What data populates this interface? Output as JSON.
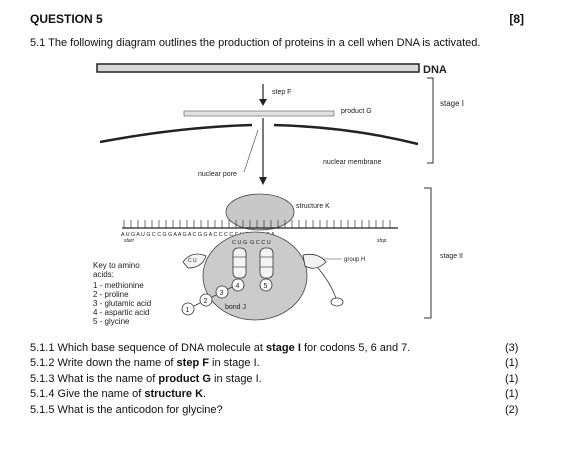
{
  "question": {
    "title": "QUESTION 5",
    "marks": "[8]"
  },
  "intro": "5.1 The following diagram outlines the production of proteins in a cell when DNA is activated.",
  "diagram": {
    "dna_label": "DNA",
    "step_f": "step F",
    "product_g": "product G",
    "stage_i": "stage I",
    "nuclear_membrane": "nuclear membrane",
    "nuclear_pore": "nuclear pore",
    "structure_k": "structure K",
    "mrna_sequence": "A U G A U G C C G G A A G A C G G A C C C C C U G A U U G A",
    "start": "start",
    "stop": "stop",
    "trna_1": "C U",
    "trna_2": "C U G",
    "trna_3": "G C C U",
    "group_h": "group H",
    "stage_ii": "stage II",
    "circle_1": "1",
    "circle_2": "2",
    "circle_3": "3",
    "circle_4": "4",
    "circle_5": "5",
    "bond_j": "bond J",
    "key": {
      "title": "Key to amino",
      "title2": "acids:",
      "items": [
        "1 - methionine",
        "2 - proline",
        "3 - glutamic acid",
        "4 - aspartic acid",
        "5 - glycine"
      ]
    }
  },
  "subquestions": [
    {
      "pre": "5.1.1 Which base sequence of DNA molecule at ",
      "bold": "stage I",
      "post": " for codons 5, 6 and 7.",
      "marks": "(3)"
    },
    {
      "pre": "5.1.2 Write down the name of ",
      "bold": "step F",
      "post": " in stage I.",
      "marks": "(1)"
    },
    {
      "pre": "5.1.3 What is the name of ",
      "bold": "product G",
      "post": " in stage I.",
      "marks": "(1)"
    },
    {
      "pre": "5.1.4 Give the name of ",
      "bold": "structure K",
      "post": ".",
      "marks": "(1)"
    },
    {
      "pre": "5.1.5 What is the anticodon for glycine?",
      "bold": "",
      "post": "",
      "marks": "(2)"
    }
  ]
}
